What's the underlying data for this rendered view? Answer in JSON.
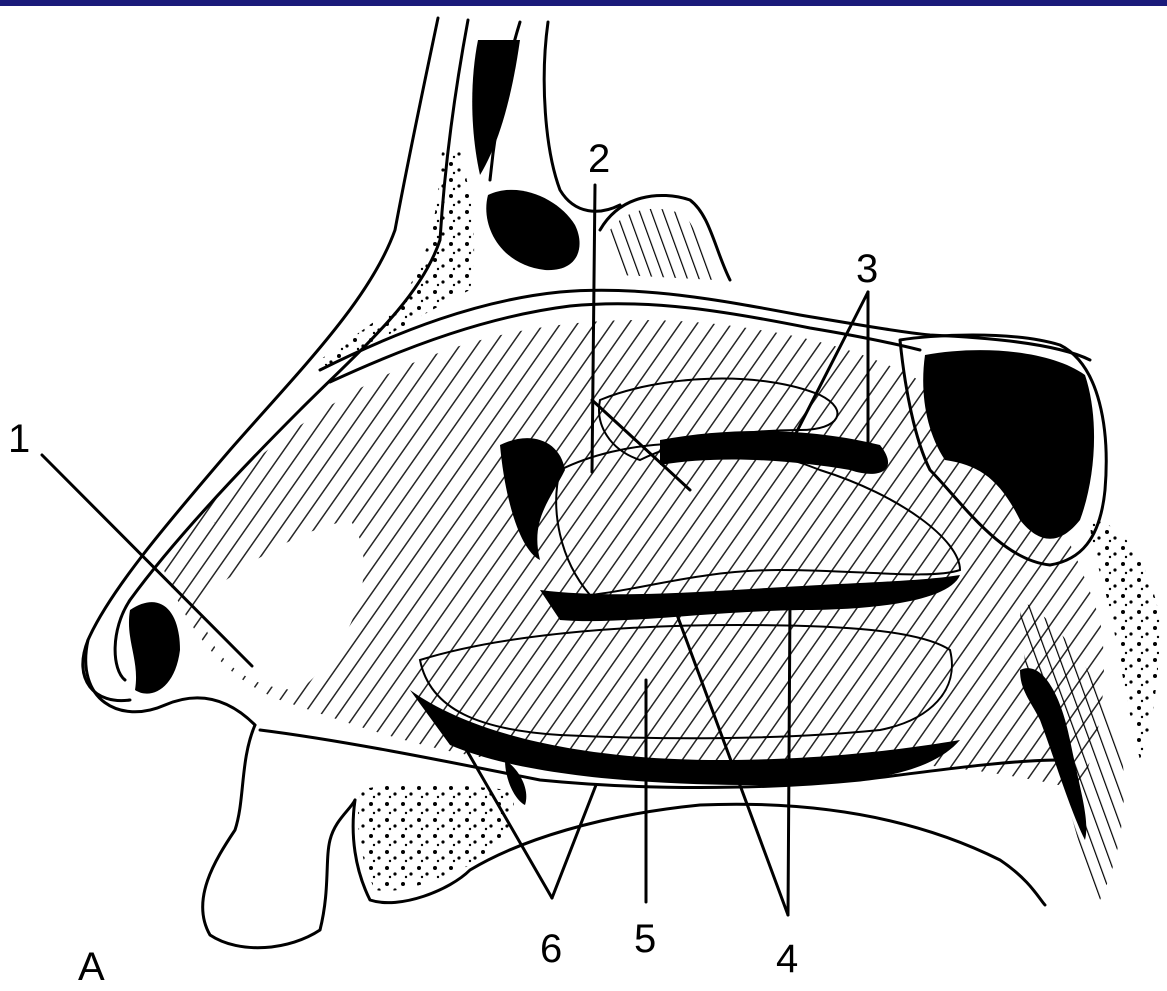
{
  "figure": {
    "panel_letter": "A",
    "labels": [
      "1",
      "2",
      "3",
      "4",
      "5",
      "6"
    ]
  },
  "colors": {
    "ink": "#000000",
    "background": "#ffffff",
    "top_bar": "#1a1a7a"
  }
}
